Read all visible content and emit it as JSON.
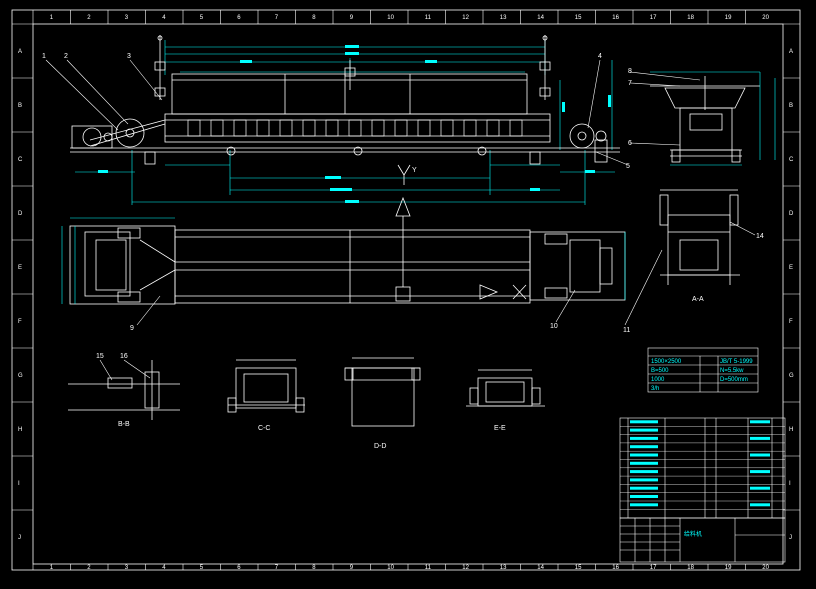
{
  "colors": {
    "background": "#000000",
    "frame": "#ffffff",
    "geometry": "#ffffff",
    "dimension": "#00ffff",
    "accent": "#ffff00"
  },
  "frame": {
    "columns": [
      "1",
      "2",
      "3",
      "4",
      "5",
      "6",
      "7",
      "8",
      "9",
      "10",
      "11",
      "12",
      "13",
      "14",
      "15",
      "16",
      "17",
      "18",
      "19",
      "20"
    ],
    "rows": [
      "A",
      "B",
      "C",
      "D",
      "E",
      "F",
      "G",
      "H",
      "I",
      "J"
    ]
  },
  "balloons": {
    "b1": "1",
    "b2": "2",
    "b3": "3",
    "b4": "4",
    "b5": "5",
    "b6": "6",
    "b7": "7",
    "b8": "8",
    "b9": "9",
    "b10": "10",
    "b11": "11",
    "b14": "14",
    "b15": "15",
    "b16": "16"
  },
  "views": {
    "aa": "A-A",
    "bb": "B-B",
    "cc": "C-C",
    "dd": "D-D",
    "ee": "E-E",
    "arrow_y": "Y"
  },
  "spec_table": {
    "cells": [
      "1500×2500",
      "B=500",
      "1000",
      "3/h",
      "JB/T 5-1999",
      "N=5.5kw",
      "D=500mm"
    ]
  },
  "title_block": {
    "title": "给料机"
  }
}
